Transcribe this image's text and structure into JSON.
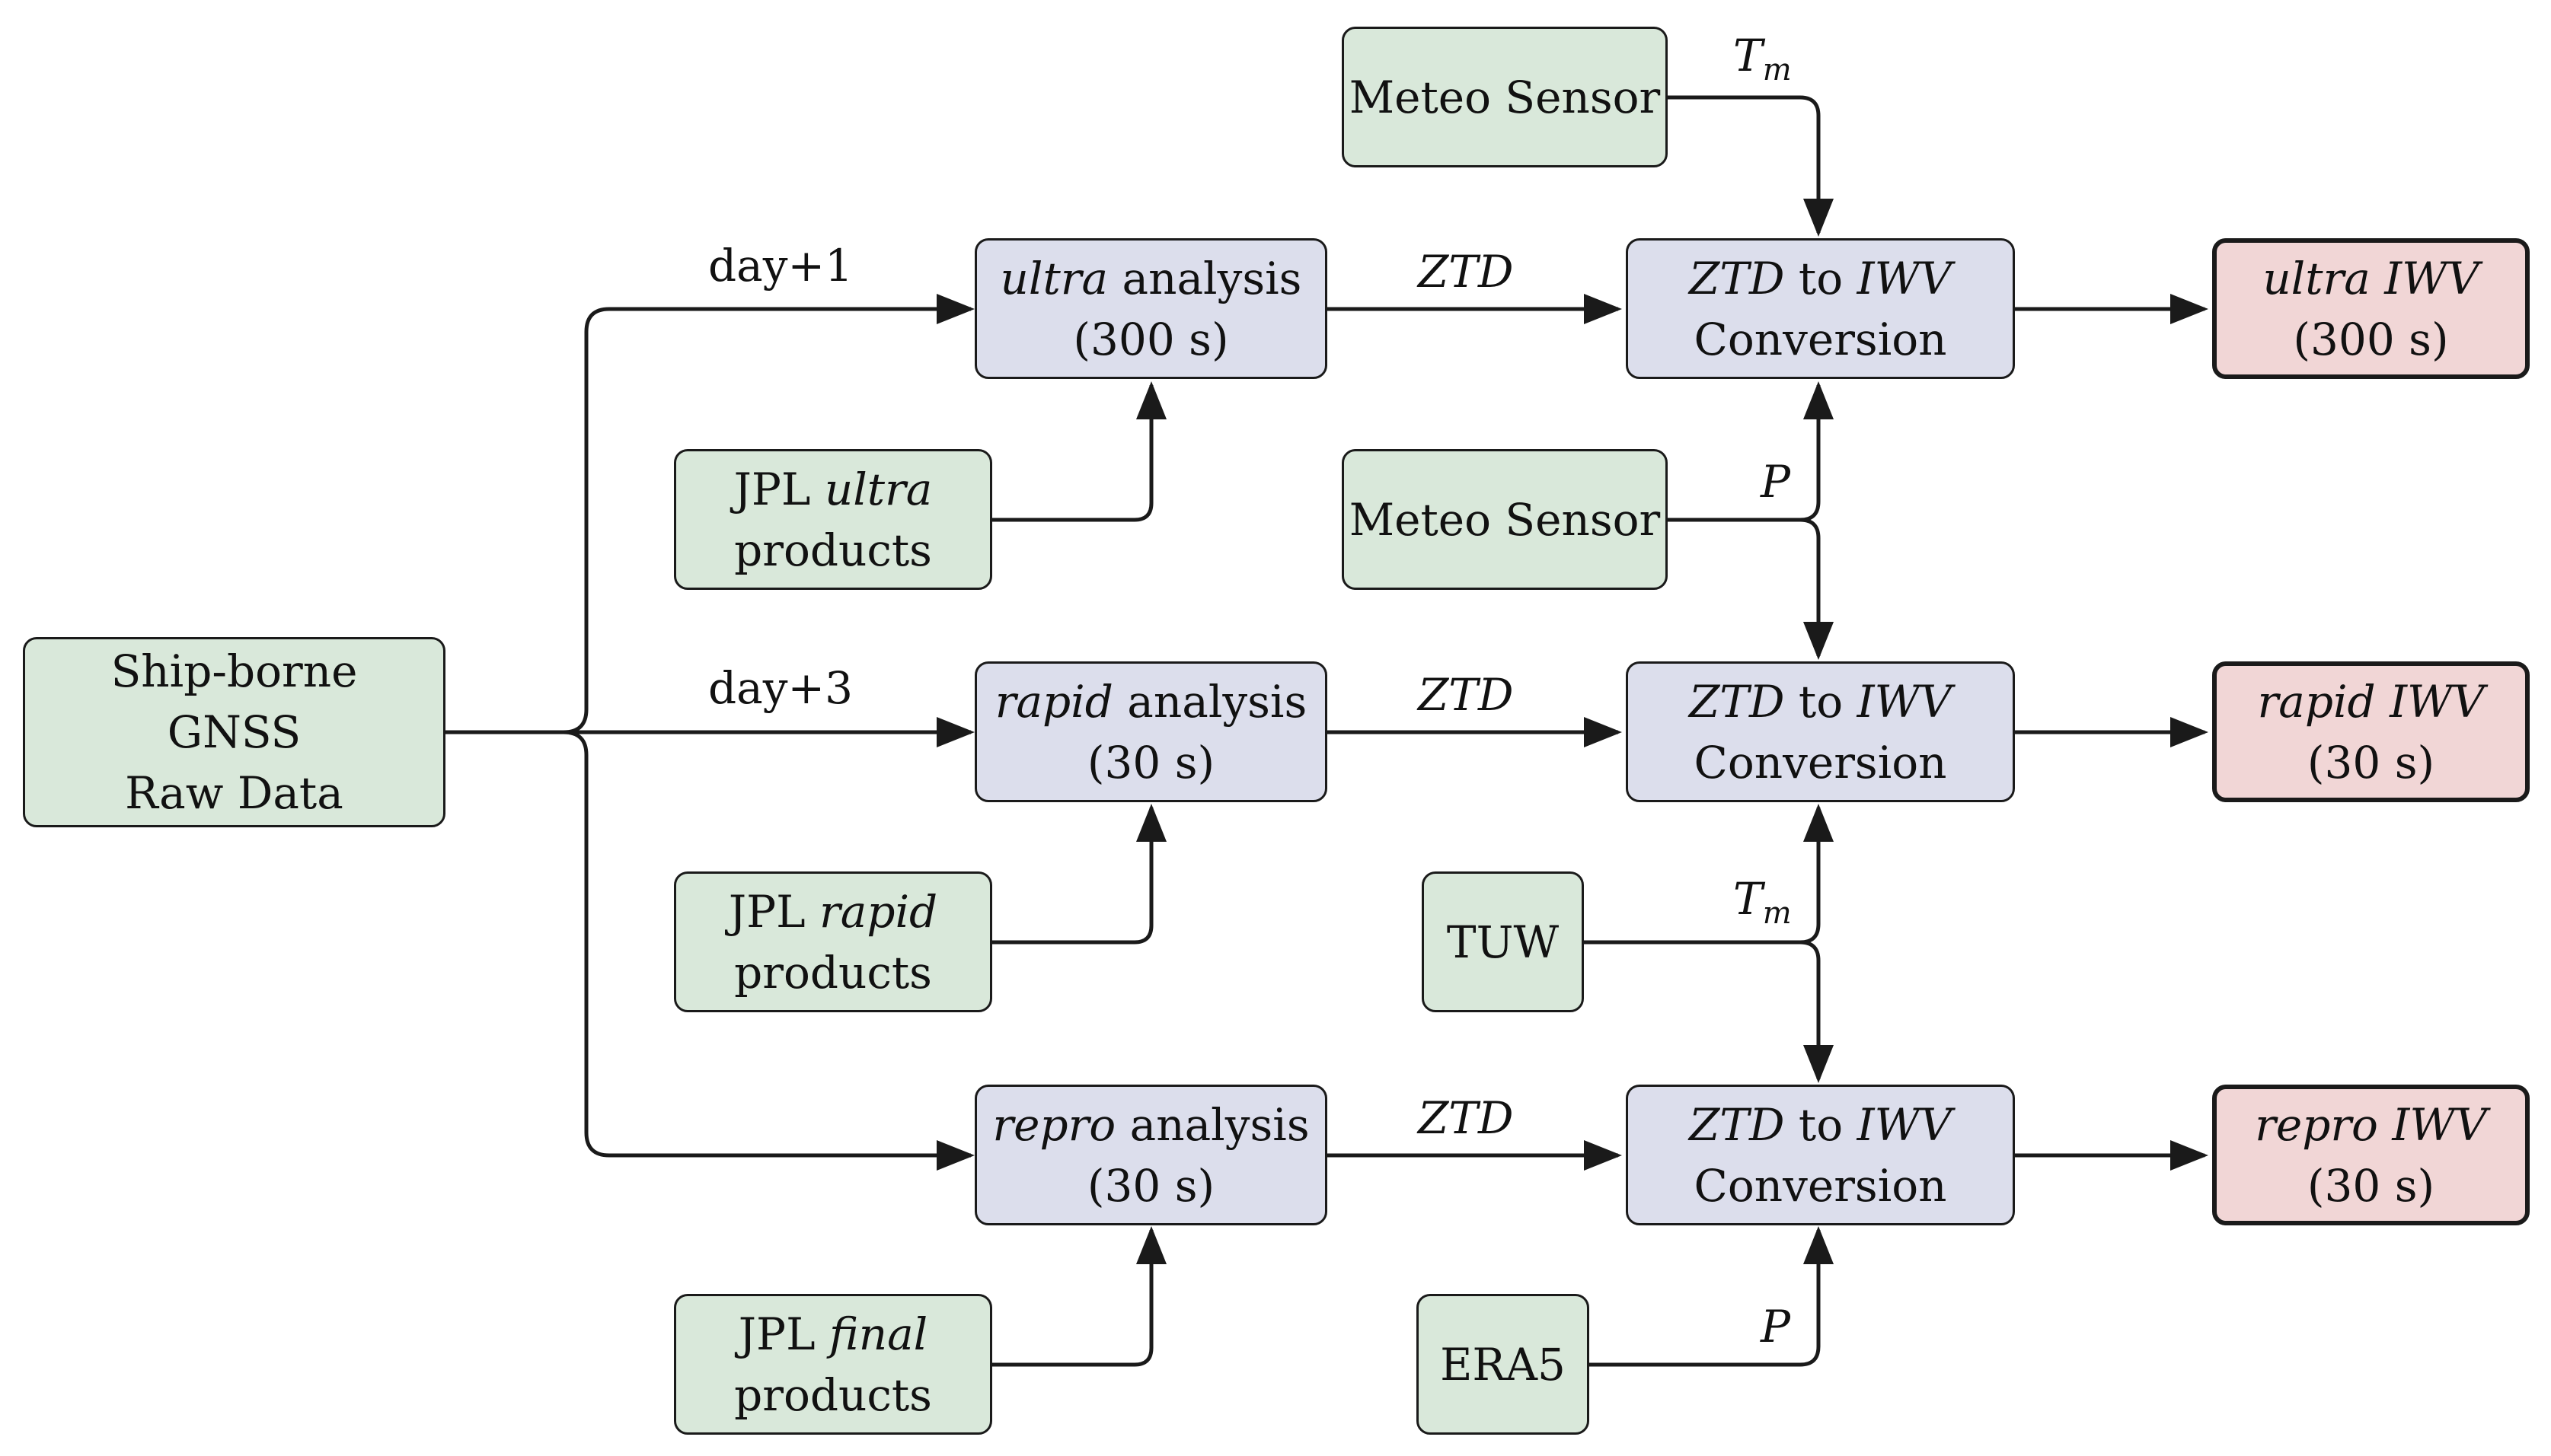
{
  "colors": {
    "source": "#d9e8da",
    "process": "#dcdeec",
    "output": "#f1d6d6",
    "stroke": "#1a1a1a"
  },
  "nodes": {
    "raw": {
      "line1": "Ship-borne",
      "line2": "GNSS",
      "line3": "Raw Data"
    },
    "meteo_top": {
      "line1": "Meteo Sensor"
    },
    "meteo_mid": {
      "line1": "Meteo Sensor"
    },
    "tuw": {
      "line1": "TUW"
    },
    "era5": {
      "line1": "ERA5"
    },
    "jpl_ultra": {
      "line1_a": "JPL ",
      "line1_b": "ultra",
      "line2": "products"
    },
    "jpl_rapid": {
      "line1_a": "JPL ",
      "line1_b": "rapid",
      "line2": "products"
    },
    "jpl_final": {
      "line1_a": "JPL ",
      "line1_b": "final",
      "line2": "products"
    },
    "ultra_analysis": {
      "line1_a": "ultra",
      "line1_b": " analysis",
      "line2": "(300 s)"
    },
    "rapid_analysis": {
      "line1_a": "rapid",
      "line1_b": " analysis",
      "line2": "(30 s)"
    },
    "repro_analysis": {
      "line1_a": "repro",
      "line1_b": " analysis",
      "line2": "(30 s)"
    },
    "conv_top": {
      "line1_a": "ZTD",
      "line1_b": " to ",
      "line1_c": "IWV",
      "line2": "Conversion"
    },
    "conv_mid": {
      "line1_a": "ZTD",
      "line1_b": " to ",
      "line1_c": "IWV",
      "line2": "Conversion"
    },
    "conv_bot": {
      "line1_a": "ZTD",
      "line1_b": " to ",
      "line1_c": "IWV",
      "line2": "Conversion"
    },
    "out_ultra": {
      "line1": "ultra IWV",
      "line2": "(300 s)"
    },
    "out_rapid": {
      "line1": "rapid IWV",
      "line2": "(30 s)"
    },
    "out_repro": {
      "line1": "repro IWV",
      "line2": "(30 s)"
    }
  },
  "edge_labels": {
    "day1": "day+1",
    "day3": "day+3",
    "ztd_top": "ZTD",
    "ztd_mid": "ZTD",
    "ztd_bot": "ZTD",
    "tm_top_base": "T",
    "tm_top_sub": "m",
    "p_mid": "P",
    "tm_low_base": "T",
    "tm_low_sub": "m",
    "p_bot": "P"
  }
}
